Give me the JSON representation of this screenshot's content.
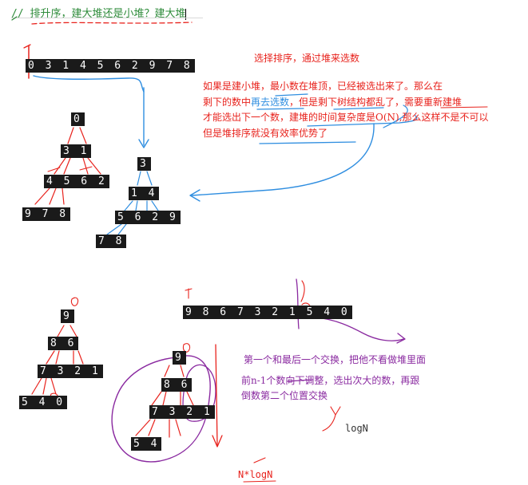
{
  "code_comment": "// 排升序，建大堆还是小堆？建大堆",
  "arrays": {
    "top_array": "0 3 1 4 5 6 2 9 7 8",
    "bottom_array": "9 8 6 7 3 2 1 5 4 0"
  },
  "notes": {
    "select_sort": "选择排序，通过堆来选数",
    "explain_line1": "如果是建小堆，最小数在堆顶，已经被选出来了。那么在",
    "explain_line2_a": "剩下的数中",
    "explain_line2_b": "再去选数",
    "explain_line2_c": "，但是剩下树结构都乱了，需要重新建堆",
    "explain_line3": "才能选出下一个数，建堆的时间复杂度是O(N),那么这样不是不可以",
    "explain_line4": "但是堆排序就没有效率优势了",
    "swap_line": "第一个和最后一个交换，把他不看做堆里面",
    "adjust_line1": "前n-1个数向下调整，选出次大的数，再跟",
    "adjust_line2": "倒数第二个位置交换",
    "logn": "logN",
    "nlogn": "N*logN"
  },
  "min_heap_tree": {
    "level0": "0",
    "level1": "3 1",
    "level2": "4 5 6 2",
    "level3": "9 7 8"
  },
  "rebuilt_tree": {
    "level0": "3",
    "level1": "1 4",
    "level2": "5 6 2 9",
    "level3": "7 8"
  },
  "max_heap_tree": {
    "level0": "9",
    "level1": "8 6",
    "level2": "7 3 2 1",
    "level3": "5 4 0"
  },
  "swapped_tree": {
    "level0": "9",
    "level1": "8 6",
    "level2": "7 3 2 1",
    "level3": "5 4"
  },
  "colors": {
    "annotation_red": "#e8231d",
    "annotation_blue": "#2f8ee0",
    "annotation_purple": "#8a2aa0",
    "comment_green": "#2e8b3a",
    "number_box": "#1a1a1a"
  }
}
